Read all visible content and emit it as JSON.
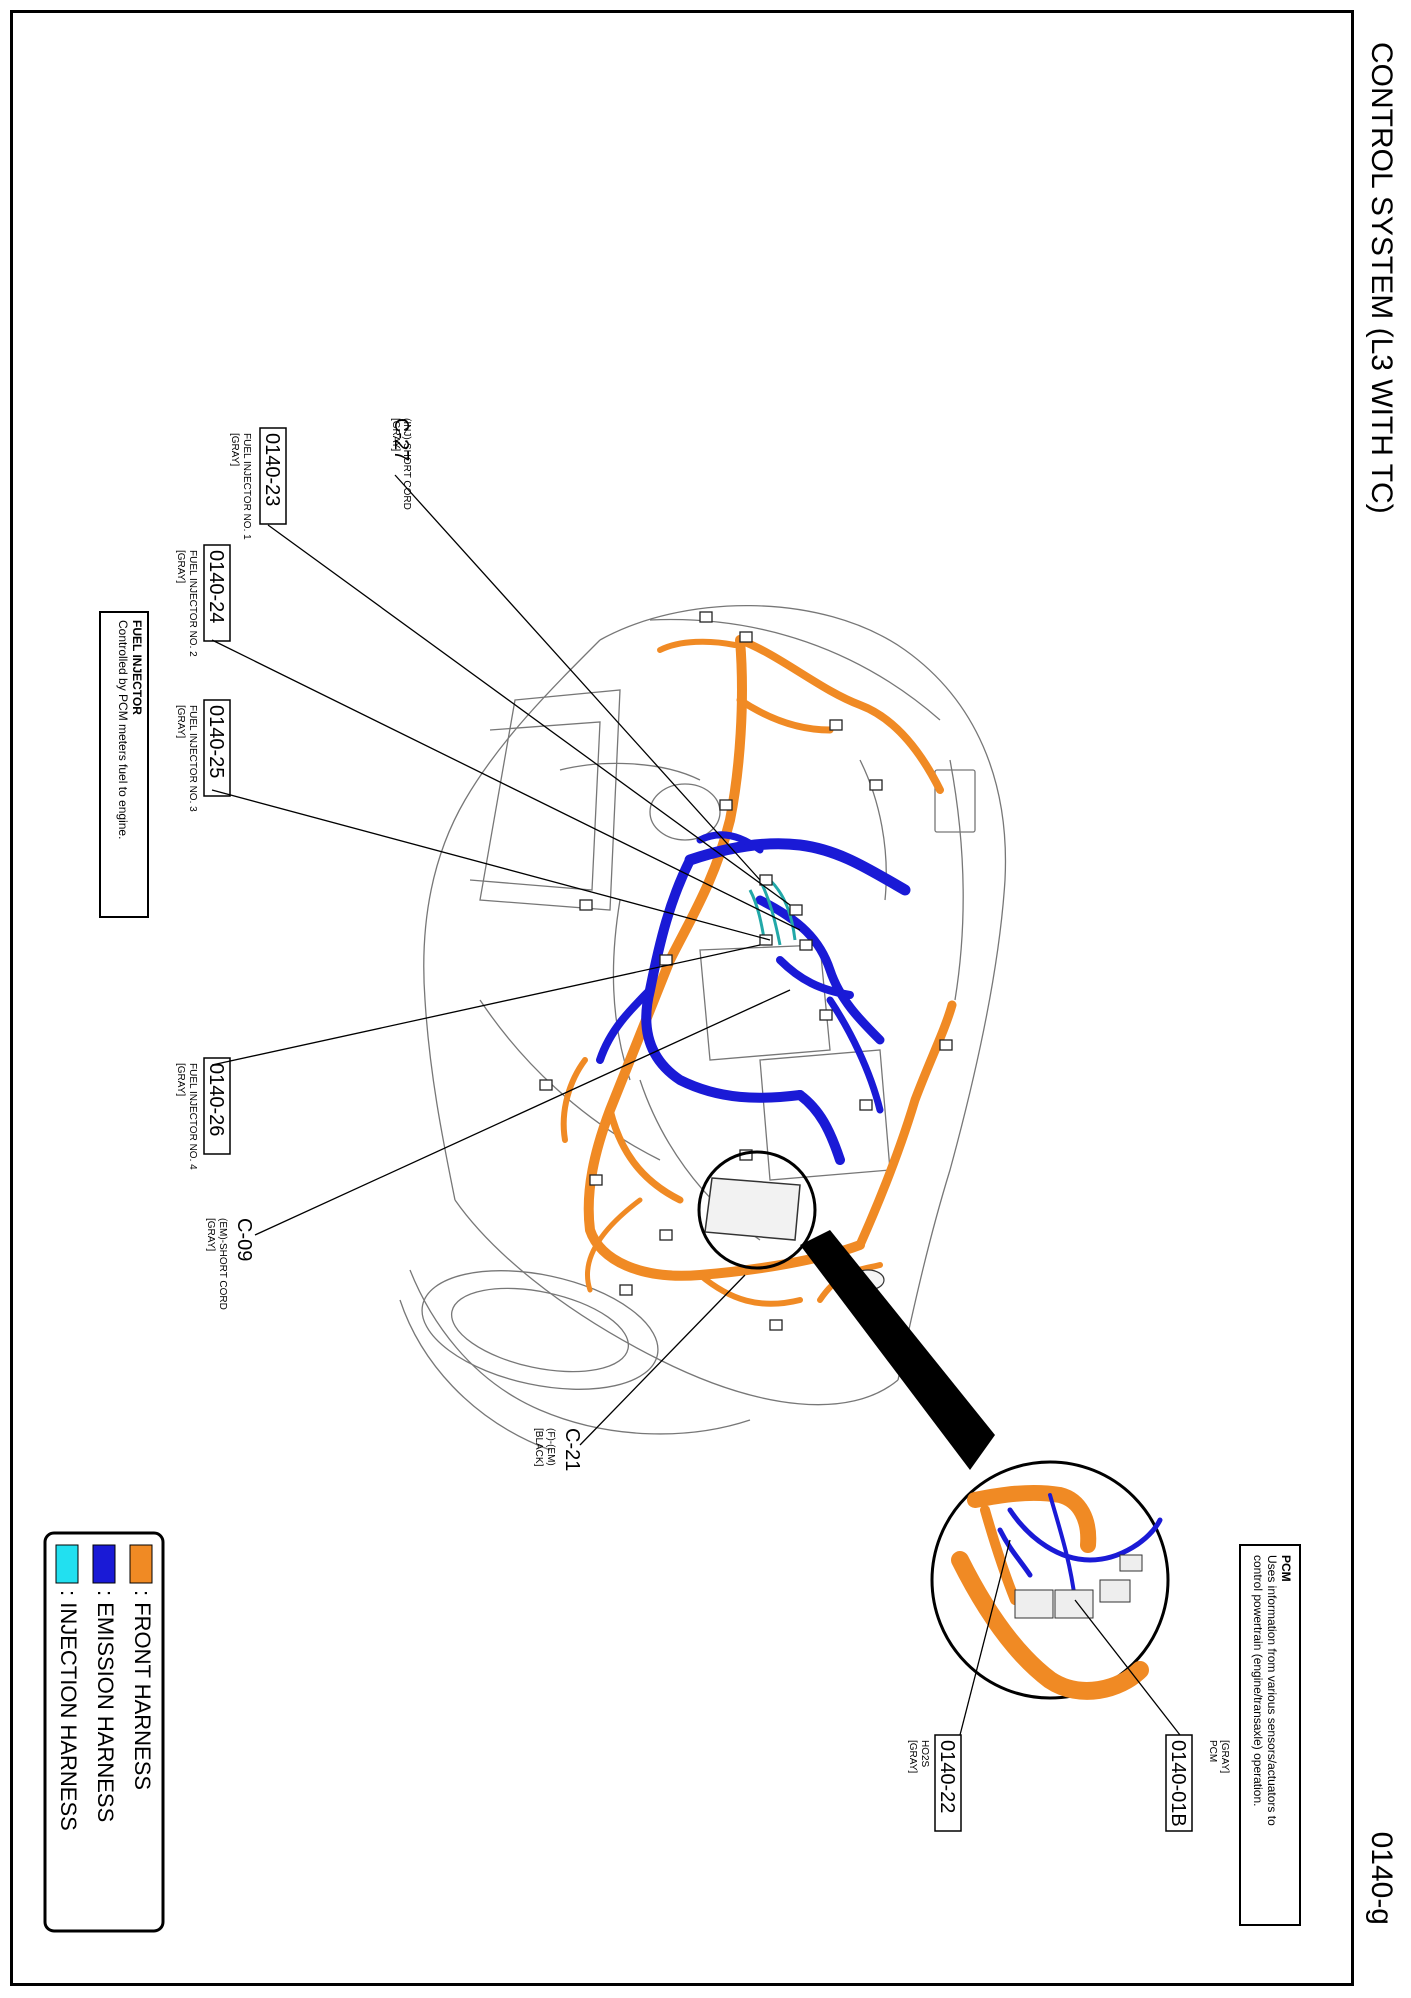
{
  "header": {
    "title": "CONTROL SYSTEM (L3 WITH TC)",
    "page_code": "0140-g"
  },
  "callouts": {
    "c27": {
      "code": "C-27",
      "lines": [
        "(INJ)-SHORT CORD",
        "[GRAY]"
      ]
    },
    "inj1": {
      "code": "0140-23",
      "lines": [
        "FUEL INJECTOR NO. 1",
        "[GRAY]"
      ]
    },
    "inj2": {
      "code": "0140-24",
      "lines": [
        "FUEL INJECTOR NO. 2",
        "[GRAY]"
      ]
    },
    "inj3": {
      "code": "0140-25",
      "lines": [
        "FUEL INJECTOR NO. 3",
        "[GRAY]"
      ]
    },
    "inj4": {
      "code": "0140-26",
      "lines": [
        "FUEL INJECTOR NO. 4",
        "[GRAY]"
      ]
    },
    "c09": {
      "code": "C-09",
      "lines": [
        "(EM)-SHORT CORD",
        "[GRAY]"
      ]
    },
    "c21": {
      "code": "C-21",
      "lines": [
        "(F)-(EM)",
        "[BLACK]"
      ]
    },
    "pcm": {
      "code": "0140-01B",
      "lines": [
        "PCM",
        "[GRAY]"
      ]
    },
    "ho2s": {
      "code": "0140-22",
      "lines": [
        "HO2S",
        "[GRAY]"
      ]
    }
  },
  "notes": {
    "fuel_injector": {
      "title": "FUEL INJECTOR",
      "text": "Controlled by PCM meters fuel to engine."
    },
    "pcm": {
      "title": "PCM",
      "lines": [
        "Uses information from various sensors/actuators to",
        "control powertrain (engine/transaxle) operation."
      ]
    }
  },
  "legend": [
    {
      "label": ": FRONT HARNESS",
      "color": "#f08a24"
    },
    {
      "label": ": EMISSION HARNESS",
      "color": "#1a1ad6"
    },
    {
      "label": ": INJECTION HARNESS",
      "color": "#22e0f0"
    }
  ],
  "colors": {
    "front_harness": "#f08a24",
    "emission_harness": "#1a1ad6",
    "injection_harness": "#22e0f0"
  }
}
